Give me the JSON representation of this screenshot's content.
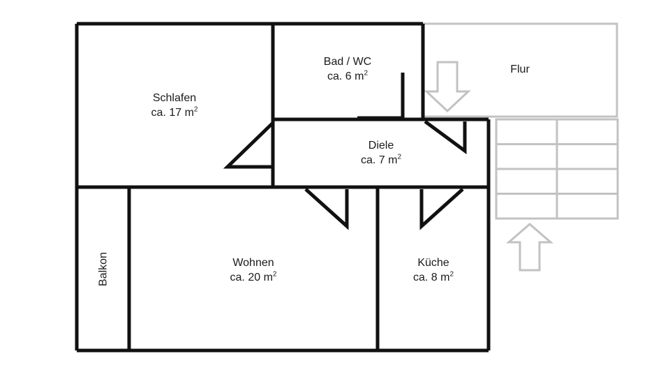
{
  "document": {
    "type": "floor-plan",
    "title": "Wohnungsgrundriss",
    "background_color": "#ffffff",
    "wall_color": "#111111",
    "secondary_color": "#bdbdbd",
    "text_color": "#1a1a1a"
  },
  "rooms": [
    {
      "key": "schlafen",
      "name": "Schlafen",
      "area_prefix": "ca. ",
      "area_value": "17",
      "area_unit": "m",
      "area_exponent": "2",
      "area_text": "ca. 17 m²",
      "orientation": "horizontal"
    },
    {
      "key": "bad_wc",
      "name": "Bad / WC",
      "area_prefix": "ca. ",
      "area_value": "6",
      "area_unit": "m",
      "area_exponent": "2",
      "area_text": "ca. 6 m²",
      "orientation": "horizontal"
    },
    {
      "key": "diele",
      "name": "Diele",
      "area_prefix": "ca. ",
      "area_value": "7",
      "area_unit": "m",
      "area_exponent": "2",
      "area_text": "ca. 7 m²",
      "orientation": "horizontal"
    },
    {
      "key": "wohnen",
      "name": "Wohnen",
      "area_prefix": "ca. ",
      "area_value": "20",
      "area_unit": "m",
      "area_exponent": "2",
      "area_text": "ca. 20 m²",
      "orientation": "horizontal"
    },
    {
      "key": "kueche",
      "name": "Küche",
      "area_prefix": "ca. ",
      "area_value": "8",
      "area_unit": "m",
      "area_exponent": "2",
      "area_text": "ca. 8 m²",
      "orientation": "horizontal"
    },
    {
      "key": "balkon",
      "name": "Balkon",
      "area_text": "",
      "orientation": "vertical"
    },
    {
      "key": "flur",
      "name": "Flur",
      "area_text": "",
      "orientation": "horizontal"
    }
  ],
  "annotations": {
    "stairs": {
      "name": "staircase",
      "rows": 4,
      "columns": 2
    },
    "arrow_down": {
      "name": "arrow-down-icon",
      "direction": "down"
    },
    "arrow_up": {
      "name": "arrow-up-icon",
      "direction": "up"
    }
  },
  "doors": [
    {
      "key": "door-schlafen",
      "room": "Schlafen",
      "swing": "left-down"
    },
    {
      "key": "door-bad-wc",
      "room": "Bad / WC",
      "swing": "right-down"
    },
    {
      "key": "door-diele-flur",
      "room": "Diele",
      "swing": "right-down"
    },
    {
      "key": "door-wohnen",
      "room": "Wohnen",
      "swing": "right-down"
    },
    {
      "key": "door-kueche",
      "room": "Küche",
      "swing": "left-down"
    }
  ]
}
